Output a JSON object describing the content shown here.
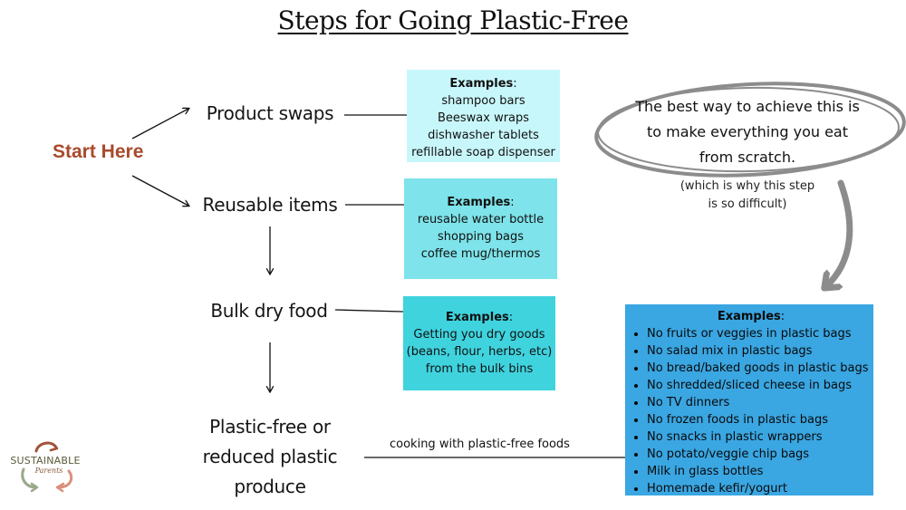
{
  "title": "Steps for Going Plastic-Free",
  "start": "Start Here",
  "steps": {
    "product_swaps": "Product swaps",
    "reusable_items": "Reusable items",
    "bulk_dry_food": "Bulk dry food",
    "produce_line1": "Plastic-free or",
    "produce_line2": "reduced plastic",
    "produce_line3": "produce"
  },
  "boxes": [
    {
      "header": "Examples",
      "lines": [
        "shampoo bars",
        "Beeswax wraps",
        "dishwasher tablets",
        "refillable soap dispenser"
      ],
      "color": "#c8f7fb"
    },
    {
      "header": "Examples",
      "lines": [
        "reusable water bottle",
        "shopping bags",
        "coffee mug/thermos"
      ],
      "color": "#7ee3ea"
    },
    {
      "header": "Examples",
      "lines": [
        "Getting you dry goods",
        "(beans, flour, herbs, etc)",
        "from the bulk bins"
      ],
      "color": "#3fd3de"
    }
  ],
  "note": {
    "line1": "The best way to achieve this is",
    "line2": "to make everything you eat",
    "line3": "from scratch.",
    "sub1": "(which is why this step",
    "sub2": "is so difficult)"
  },
  "produce_box": {
    "header": "Examples",
    "items": [
      "No fruits or veggies in plastic bags",
      "No salad mix in plastic bags",
      "No bread/baked goods in plastic bags",
      "No shredded/sliced cheese in bags",
      "No TV dinners",
      "No frozen foods in plastic bags",
      "No snacks in plastic wrappers",
      "No potato/veggie chip bags",
      "Milk in glass bottles",
      "Homemade kefir/yogurt"
    ],
    "color": "#3aa6e2"
  },
  "cooking_label": "cooking with plastic-free foods",
  "logo": {
    "text": "SUSTAINABLE",
    "script": "Parents"
  }
}
